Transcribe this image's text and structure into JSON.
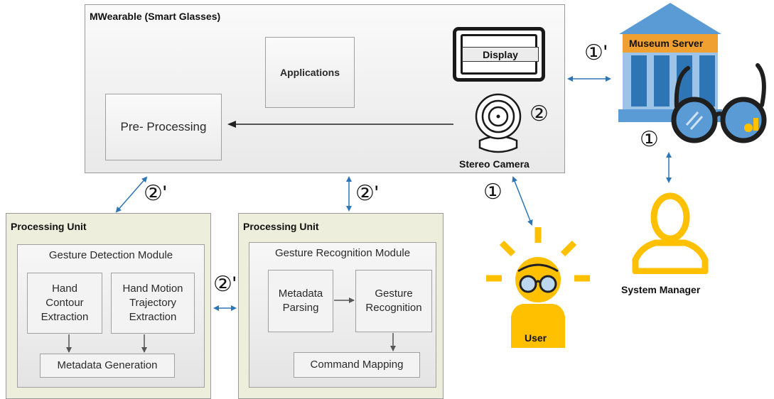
{
  "mwearable": {
    "title": "MWearable (Smart Glasses)",
    "applications": "Applications",
    "preprocessing": "Pre- Processing",
    "display": "Display",
    "camera_label": "Stereo Camera",
    "camera_marker": "②"
  },
  "museum_server": {
    "label": "Museum Server",
    "marker": "①'"
  },
  "system_manager": {
    "label": "System Manager",
    "marker": "①"
  },
  "user": {
    "label": "User",
    "marker": "①"
  },
  "links": {
    "left": "②'",
    "middle": "②'",
    "between_units": "②'"
  },
  "unit_left": {
    "title": "Processing Unit",
    "module_title": "Gesture Detection Module",
    "hand_contour": "Hand\nContour\nExtraction",
    "hand_motion": "Hand Motion\nTrajectory\nExtraction",
    "metadata_generation": "Metadata Generation"
  },
  "unit_right": {
    "title": "Processing Unit",
    "module_title": "Gesture Recognition Module",
    "metadata_parsing": "Metadata\nParsing",
    "gesture_recognition": "Gesture\nRecognition",
    "command_mapping": "Command Mapping"
  },
  "colors": {
    "arrow": "#2e75b6",
    "accent_yellow": "#ffc000",
    "server_blue": "#2e75b6",
    "server_top": "#f0a030"
  }
}
